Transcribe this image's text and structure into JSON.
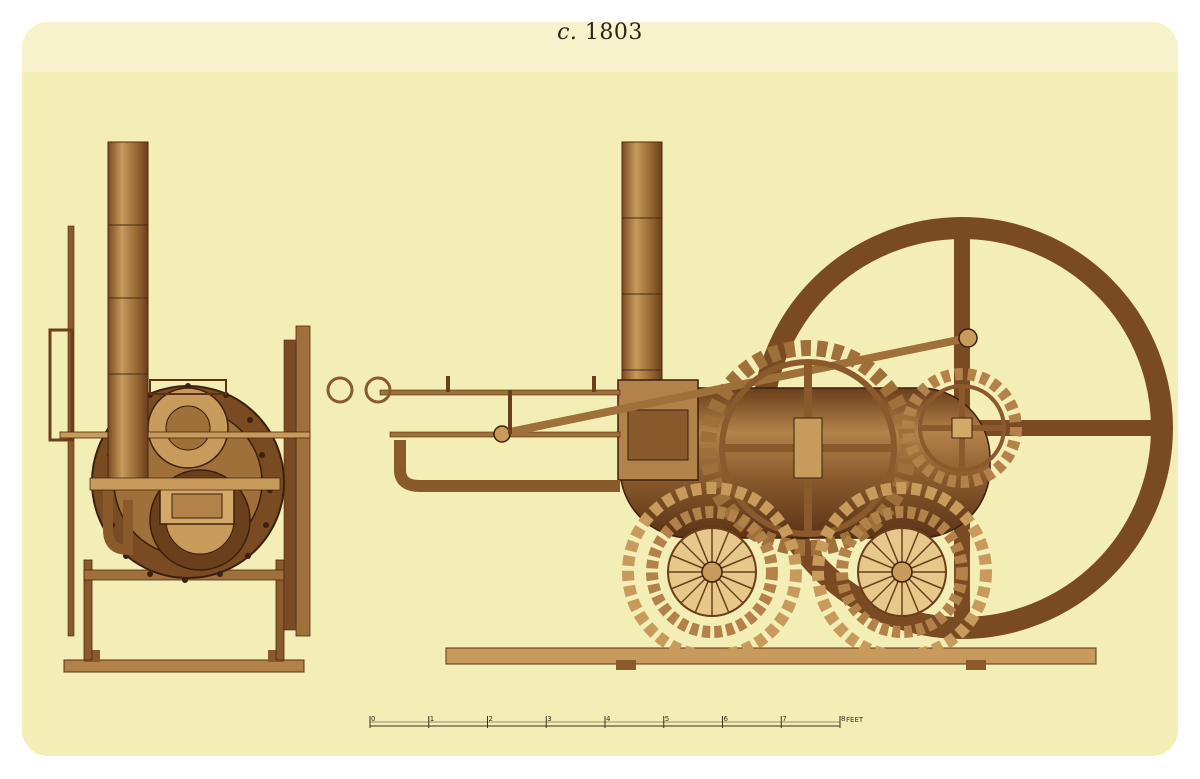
{
  "plate": {
    "date_prefix": "c.",
    "date_year": "1803"
  },
  "scale_bar": {
    "ticks": [
      "0",
      "1",
      "2",
      "3",
      "4",
      "5",
      "6",
      "7",
      "8"
    ],
    "unit": "FEET"
  },
  "colors": {
    "paper": "#f3edb6",
    "metal_dark": "#6b3e1c",
    "metal_mid": "#a0703a",
    "metal_light": "#c89a5c",
    "ink": "#3a2614"
  }
}
